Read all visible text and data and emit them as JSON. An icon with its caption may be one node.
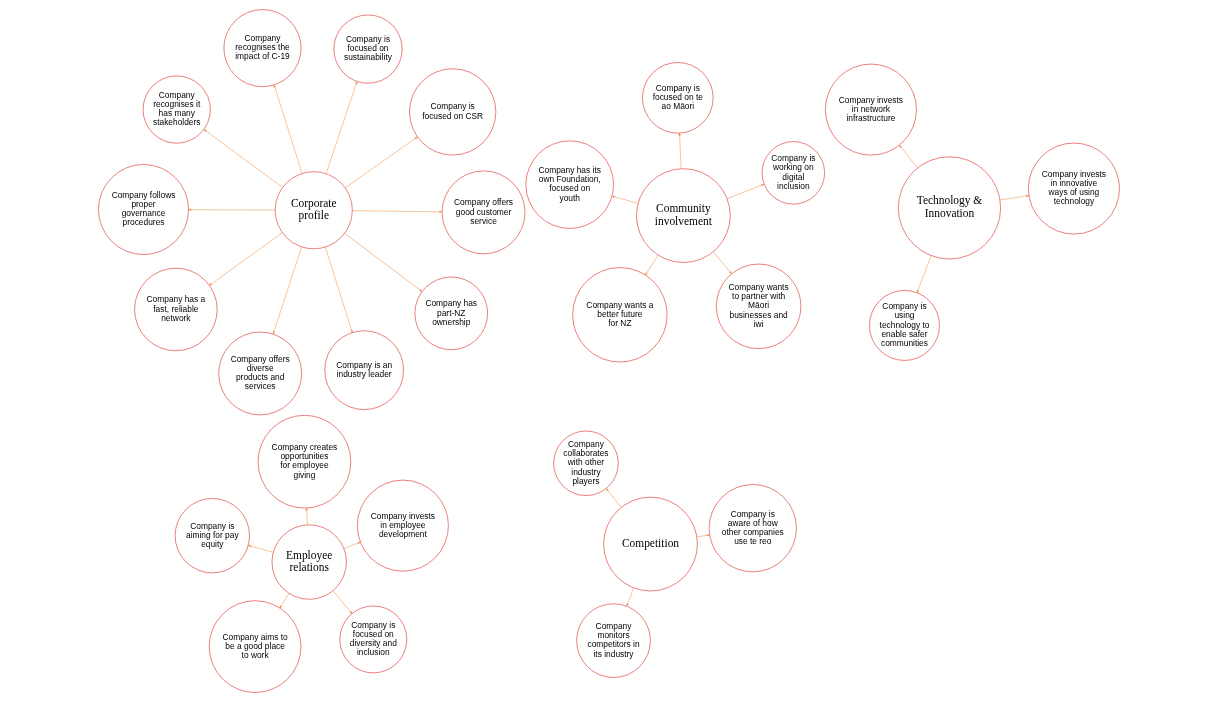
{
  "diagram": {
    "nodes": [
      {
        "text": [
          "Corporate profile"
        ]
      },
      {
        "text": [
          "Company is focused on CSR"
        ]
      },
      {
        "text": [
          "Company offers diverse products and services"
        ]
      },
      {
        "text": [
          "Company recognises the impact of C-19"
        ]
      },
      {
        "text": [
          "Company is focused on sustainability"
        ]
      },
      {
        "text": [
          "Company recognises it has many stakeholders"
        ]
      },
      {
        "text": [
          "Company follows proper governance procedures"
        ]
      },
      {
        "text": [
          "Company offers good customer service"
        ]
      },
      {
        "text": [
          "Company has a fast, reliable network"
        ]
      },
      {
        "text": [
          "Company has part-NZ ownership"
        ]
      },
      {
        "text": [
          "Company is an industry leader"
        ]
      },
      {
        "text": [
          "Community involvement"
        ]
      },
      {
        "text": [
          "Company wants to partner with Māori businesses and iwi"
        ]
      },
      {
        "text": [
          "Company wants a better future for NZ"
        ]
      },
      {
        "text": [
          "Company has its own Foundation, focused on youth"
        ]
      },
      {
        "text": [
          "Company is working on digital inclusion"
        ]
      },
      {
        "text": [
          "Company is focused on te ao Māori"
        ]
      },
      {
        "text": [
          "Technology & Innovation"
        ]
      },
      {
        "text": [
          "Company invests in innovative ways of using technology"
        ]
      },
      {
        "text": [
          "Company is using technology to enable safer communities"
        ]
      },
      {
        "text": [
          "Company invests in network infrastructure"
        ]
      },
      {
        "text": [
          "Employee relations"
        ]
      },
      {
        "text": [
          "Company is focused on diversity and inclusion"
        ]
      },
      {
        "text": [
          "Company aims to be a good place to work"
        ]
      },
      {
        "text": [
          "Company is aiming for pay equity"
        ]
      },
      {
        "text": [
          "Company invests in employee development"
        ]
      },
      {
        "text": [
          "Company creates opportunities for employee giving"
        ]
      },
      {
        "text": [
          "Competition"
        ]
      },
      {
        "text": [
          "Company is aware of how other companies use te reo"
        ]
      },
      {
        "text": [
          "Company monitors competitors in its industry"
        ]
      },
      {
        "text": [
          "Company collaborates with other industry players"
        ]
      }
    ],
    "edges": [
      {
        "from": 0,
        "to": 1,
        "arrow": "to"
      },
      {
        "from": 0,
        "to": 2,
        "arrow": "to"
      },
      {
        "from": 0,
        "to": 3,
        "arrow": "to"
      },
      {
        "from": 0,
        "to": 4,
        "arrow": "to"
      },
      {
        "from": 0,
        "to": 5,
        "arrow": "to"
      },
      {
        "from": 0,
        "to": 6,
        "arrow": "to"
      },
      {
        "from": 0,
        "to": 7,
        "arrow": "to"
      },
      {
        "from": 0,
        "to": 8,
        "arrow": "to"
      },
      {
        "from": 0,
        "to": 9,
        "arrow": "to"
      },
      {
        "from": 0,
        "to": 10,
        "arrow": "to"
      },
      {
        "from": 11,
        "to": 12,
        "arrow": "to"
      },
      {
        "from": 11,
        "to": 13,
        "arrow": "to"
      },
      {
        "from": 11,
        "to": 14,
        "arrow": "to"
      },
      {
        "from": 11,
        "to": 15,
        "arrow": "to"
      },
      {
        "from": 11,
        "to": 16,
        "arrow": "to"
      },
      {
        "from": 17,
        "to": 18,
        "arrow": "to"
      },
      {
        "from": 17,
        "to": 19,
        "arrow": "to"
      },
      {
        "from": 17,
        "to": 20,
        "arrow": "to"
      },
      {
        "from": 21,
        "to": 22,
        "arrow": "to"
      },
      {
        "from": 21,
        "to": 23,
        "arrow": "to"
      },
      {
        "from": 21,
        "to": 24,
        "arrow": "to"
      },
      {
        "from": 21,
        "to": 25,
        "arrow": "to"
      },
      {
        "from": 21,
        "to": 26,
        "arrow": "to"
      },
      {
        "from": 27,
        "to": 28,
        "arrow": "to"
      },
      {
        "from": 27,
        "to": 29,
        "arrow": "to"
      },
      {
        "from": 27,
        "to": 30,
        "arrow": "to"
      }
    ]
  }
}
